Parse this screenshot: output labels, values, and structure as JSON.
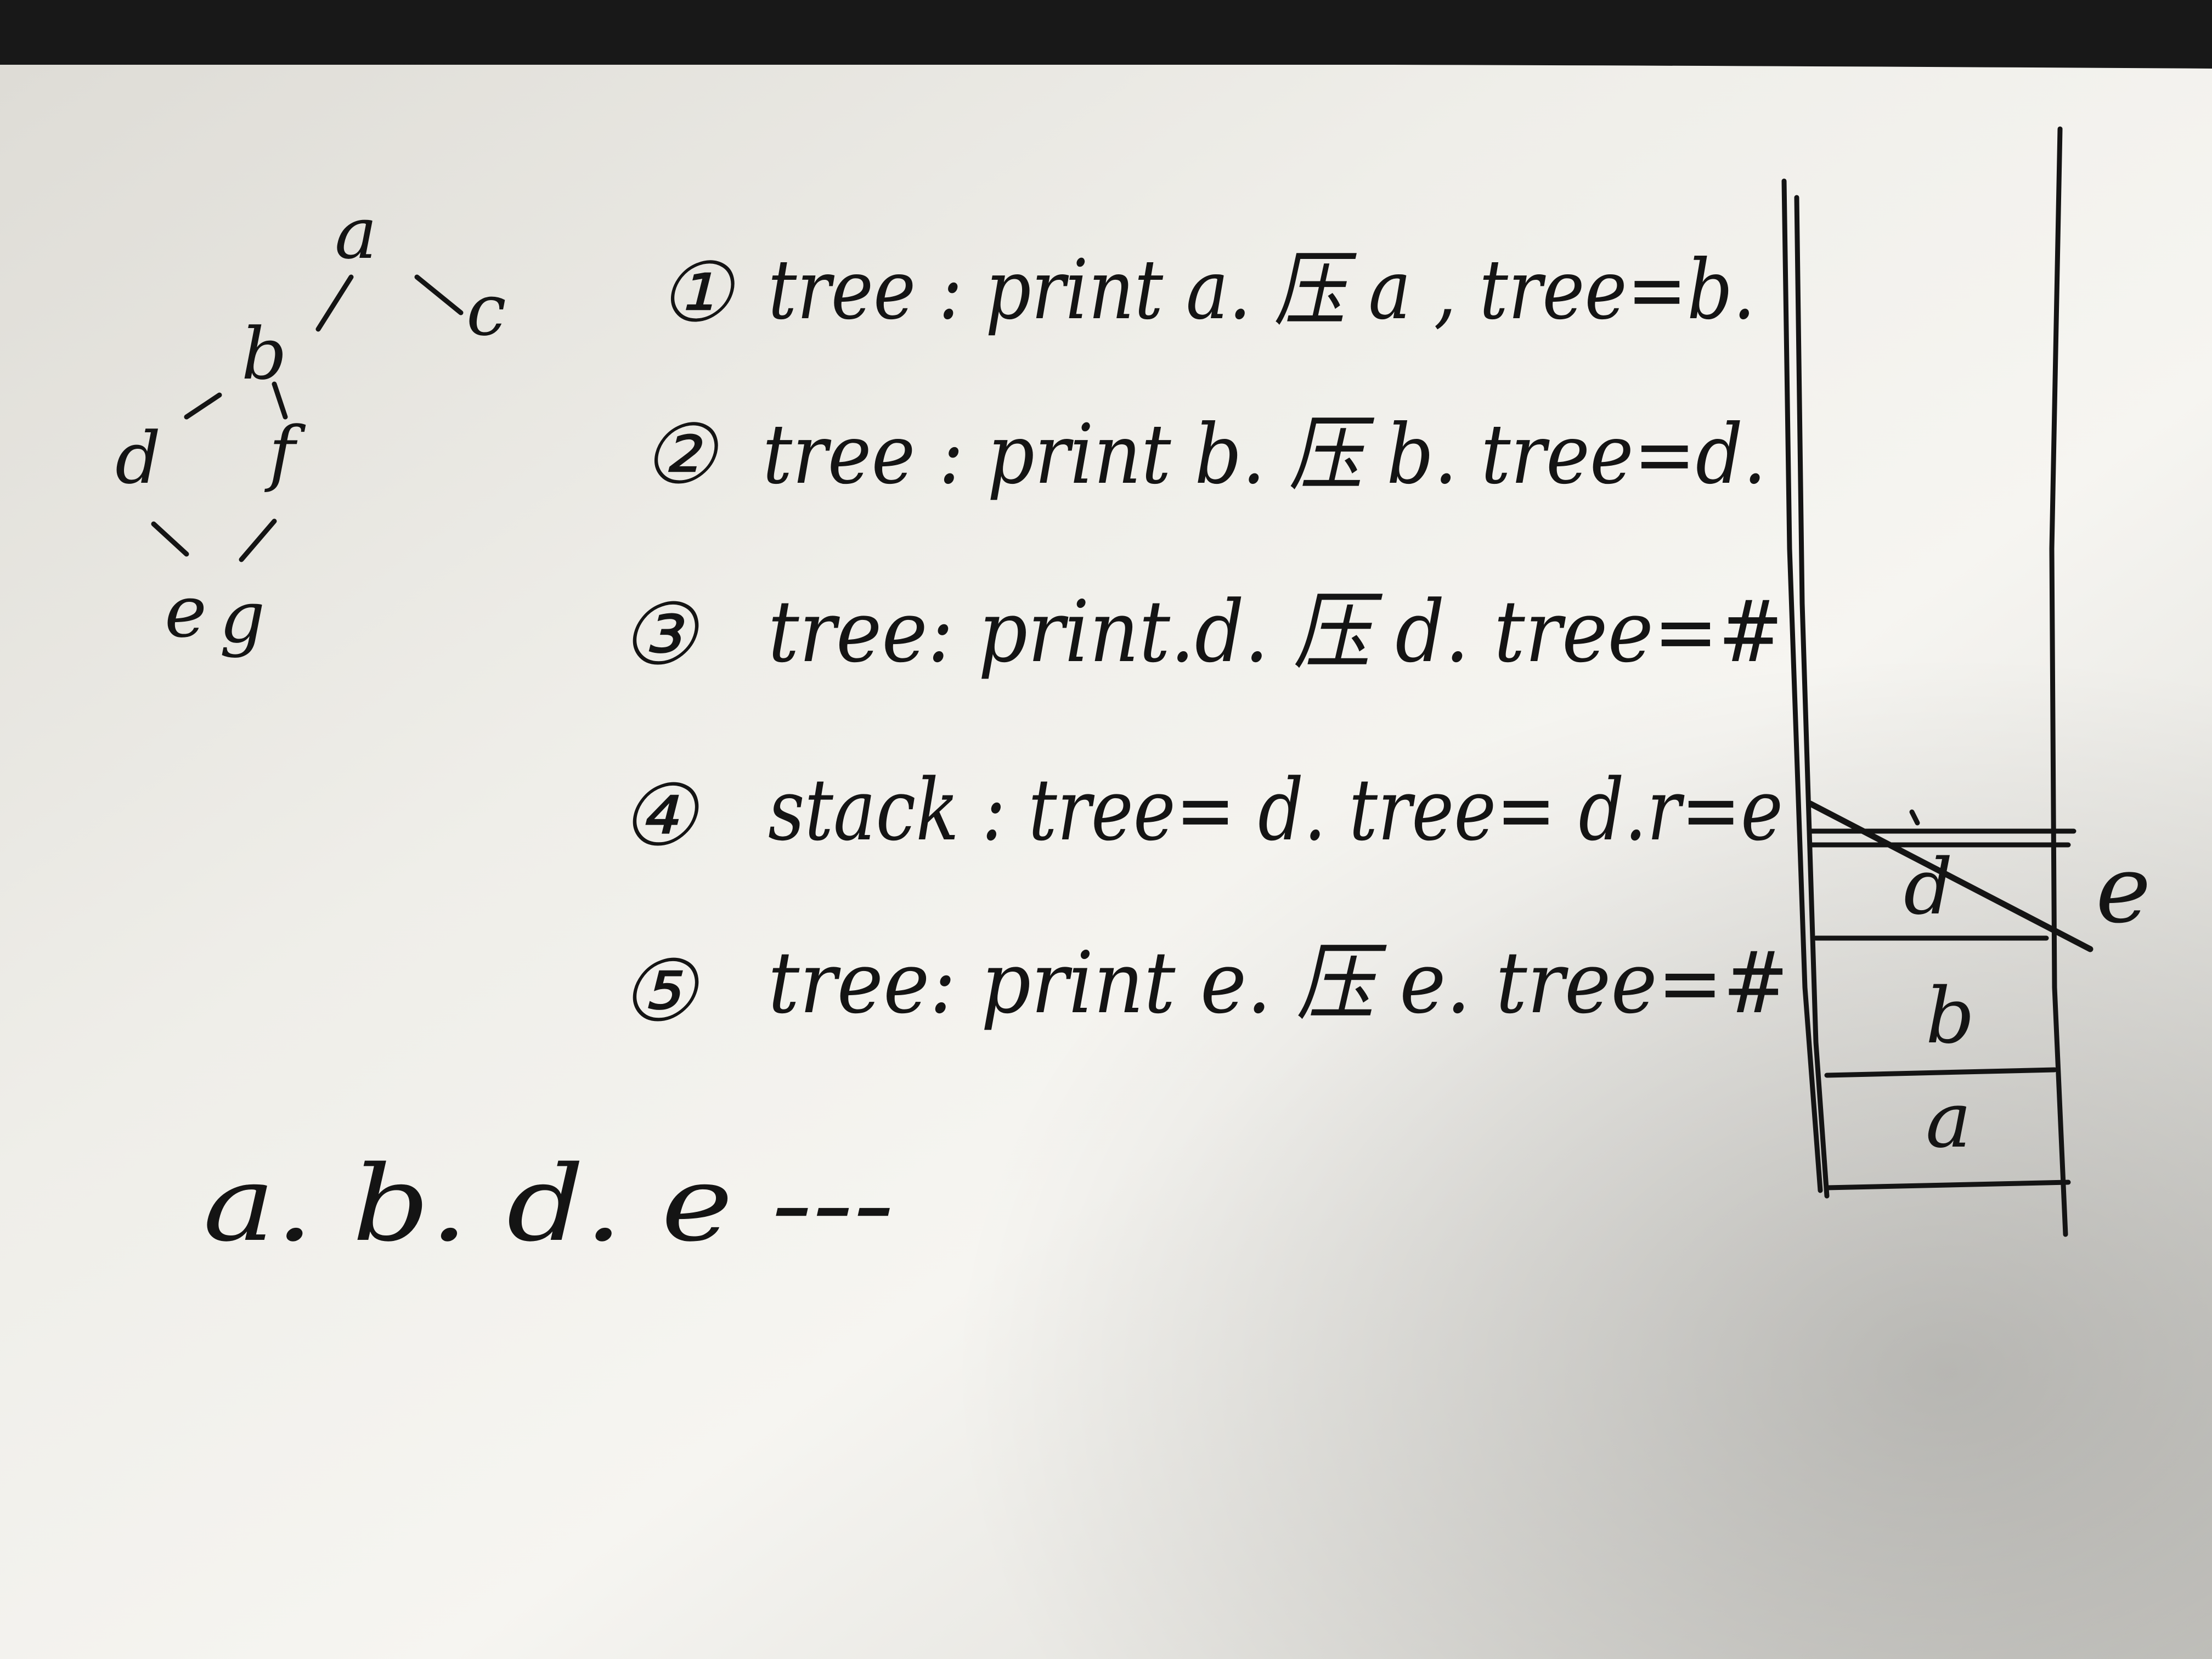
{
  "tree": {
    "nodes": [
      "a",
      "b",
      "c",
      "d",
      "f",
      "e",
      "g"
    ],
    "edges": [
      [
        "a",
        "b"
      ],
      [
        "a",
        "c"
      ],
      [
        "b",
        "d"
      ],
      [
        "b",
        "f"
      ],
      [
        "d",
        "e"
      ],
      [
        "f",
        "g"
      ]
    ]
  },
  "steps": [
    {
      "marker": "①",
      "text": "tree : print a. 压 a , tree=b."
    },
    {
      "marker": "②",
      "text": "tree : print b. 压 b. tree=d."
    },
    {
      "marker": "③",
      "text": "tree: print.d. 压 d. tree=#"
    },
    {
      "marker": "④",
      "text": "stack : tree= d. tree= d.r=e"
    },
    {
      "marker": "⑤",
      "text": "tree: print e. 压 e. tree=#"
    }
  ],
  "output": "a. b. d. e ---",
  "stack": {
    "cells": [
      "d",
      "b",
      "a"
    ],
    "crossed_out": "d",
    "pushed_label": "e"
  },
  "colors": {
    "ink": "#141414",
    "paper_light": "#f4f3ef",
    "paper_shadow": "#c9c8c3",
    "frame": "#1a1a1a"
  }
}
